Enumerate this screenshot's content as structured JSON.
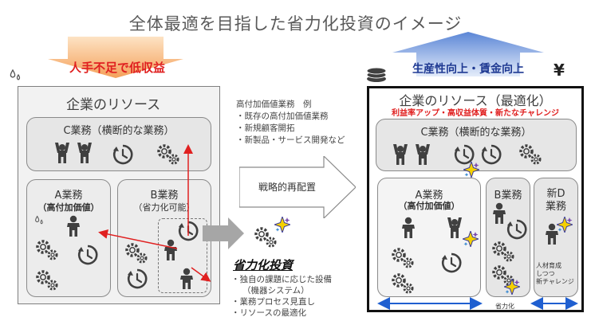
{
  "title": "全体最適を目指した省力化投資のイメージ",
  "left_banner": "人手不足で低収益",
  "right_banner": "生産性向上・賃金向上",
  "yen_symbol": "¥",
  "left_panel": {
    "header": "企業のリソース",
    "c_box": {
      "title": "C業務（横断的な業務）"
    },
    "a_box": {
      "title": "A業務",
      "subtitle": "（高付加価値）"
    },
    "b_box": {
      "title": "B業務",
      "subtitle": "（省力化可能）"
    }
  },
  "middle": {
    "list_title": "高付加価値業務　例",
    "list_items": [
      "・既存の高付加価値業務",
      "・新規顧客開拓",
      "・新製品・サービス開発など"
    ],
    "realloc_label": "戦略的再配置",
    "saving_title": "省力化投資",
    "saving_items": [
      "・独自の課題に応じた設備",
      "（機器システム）",
      "・業務プロセス見直し",
      "・リソースの最適化"
    ]
  },
  "right_panel": {
    "header": "企業のリソース（最適化）",
    "subheader": "利益率アップ・高収益体質・新たなチャレンジ",
    "c_box": {
      "title": "C業務（横断的な業務）"
    },
    "a_box": {
      "title": "A業務",
      "subtitle": "（高付加価値）"
    },
    "b_box": {
      "title": "B業務"
    },
    "d_box": {
      "title_line1": "新D",
      "title_line2": "業務",
      "note_line1": "人材育成",
      "note_line2": "しつつ",
      "note_line3": "新チャレンジ"
    },
    "saving_label": "省力化"
  },
  "colors": {
    "red": "#e02020",
    "blue": "#1f3a93",
    "orange": "#f4a460",
    "light_blue": "#6f93d6"
  }
}
